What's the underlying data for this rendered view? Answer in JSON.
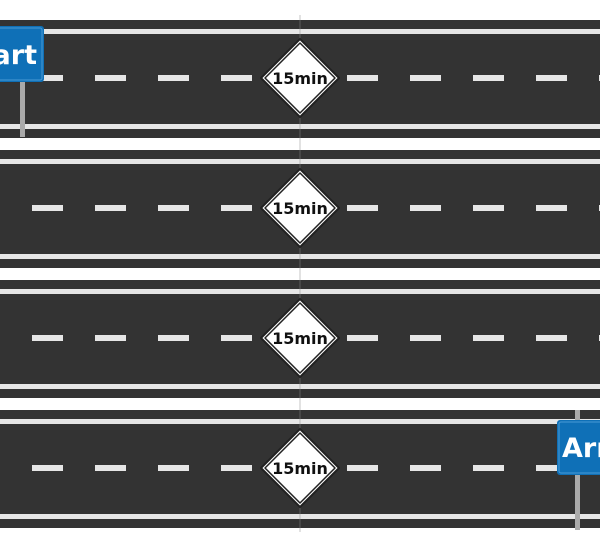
{
  "signs": {
    "start": "Start",
    "arrive": "Arrive"
  },
  "segments": [
    {
      "duration": "15min"
    },
    {
      "duration": "15min"
    },
    {
      "duration": "15min"
    },
    {
      "duration": "15min"
    }
  ],
  "colors": {
    "road": "#333333",
    "line": "#e6e6e6",
    "sign_blue": "#0f70b7"
  }
}
